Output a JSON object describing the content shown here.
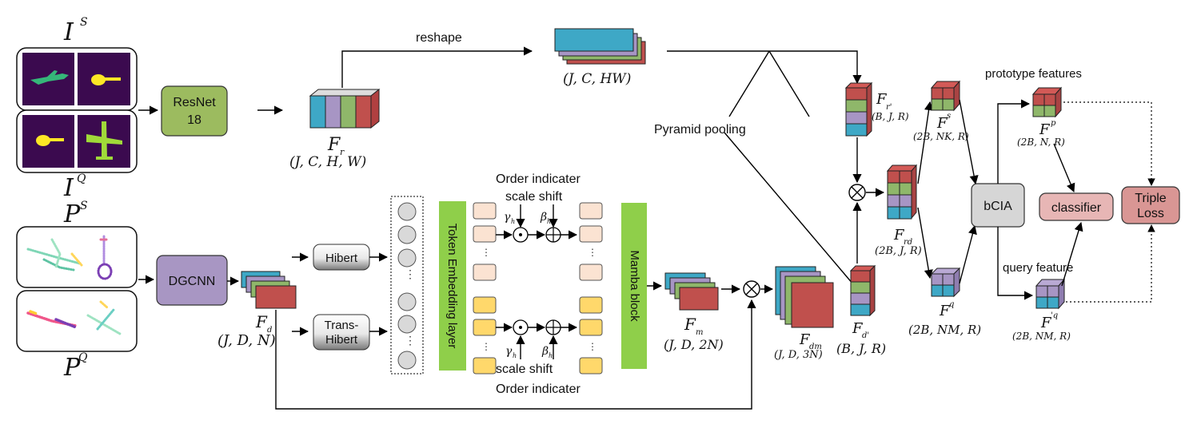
{
  "inputs": {
    "support_image_label": "I",
    "support_image_sup": "S",
    "query_image_label": "I",
    "query_image_sup": "Q",
    "support_pc_label": "P",
    "support_pc_sup": "S",
    "query_pc_label": "P",
    "query_pc_sup": "Q"
  },
  "blocks": {
    "resnet_line1": "ResNet",
    "resnet_line2": "18",
    "dgcnn": "DGCNN",
    "hibert": "Hibert",
    "trans_hibert_line1": "Trans-",
    "trans_hibert_line2": "Hibert",
    "token_embedding": "Token Embedding layer",
    "mamba": "Mamba block",
    "bcia": "bCIA",
    "classifier": "classifier",
    "triple_loss_line1": "Triple",
    "triple_loss_line2": "Loss"
  },
  "annotations": {
    "reshape": "reshape",
    "pyramid_pooling": "Pyramid pooling",
    "order_indicater_top": "Order indicater",
    "scale_shift_top": "scale shift",
    "scale_shift_bottom": "scale  shift",
    "order_indicater_bottom": "Order indicater",
    "gamma_top": "γ",
    "beta_top": "β",
    "gamma_bottom": "γ",
    "beta_bottom": "β",
    "prototype_features": "prototype features",
    "query_feature": "query feature"
  },
  "features": {
    "fr_name": "F",
    "fr_sub": "r",
    "fr_shape": "(J, C, H, W)",
    "reshaped_shape": "(J, C, HW)",
    "fr2_name": "F",
    "fr2_sub": "r'",
    "fr2_shape": "(B, J, R)",
    "fd_name": "F",
    "fd_sub": "d",
    "fd_shape": "(J, D, N)",
    "fm_name": "F",
    "fm_sub": "m",
    "fm_shape": "(J, D, 2N)",
    "fdm_name": "F",
    "fdm_sub": "dm",
    "fdm_shape": "(J, D, 3N)",
    "fd2_name": "F",
    "fd2_sub": "d'",
    "fd2_shape": "(B, J, R)",
    "frd_name": "F",
    "frd_sub": "rd",
    "frd_shape": "(2B, J, R)",
    "fs_name": "F",
    "fs_sup": "s",
    "fs_shape": "(2B, NK, R)",
    "fq_name": "F",
    "fq_sup": "q",
    "fq_shape": "(2B, NM, R)",
    "fp_name": "F",
    "fp_sup": "p",
    "fp_shape": "(2B, N, R)",
    "fq2_name": "F",
    "fq2_sup": "'q",
    "fq2_shape": "(2B, NM, R)"
  },
  "colors": {
    "cube_blue": "#3ea8c6",
    "cube_purple": "#a795c4",
    "cube_green": "#8fb76a",
    "cube_red": "#c0504d",
    "resnet": "#9cbb5f",
    "dgcnn": "#a896c3",
    "token_green": "#8fcf4a",
    "bcia": "#d6d6d6",
    "classifier": "#e7b6b5",
    "triple": "#d99694",
    "token_peach": "#fbe3d2",
    "token_yellow": "#ffd86b",
    "image_bg": "#3b0a4f"
  }
}
